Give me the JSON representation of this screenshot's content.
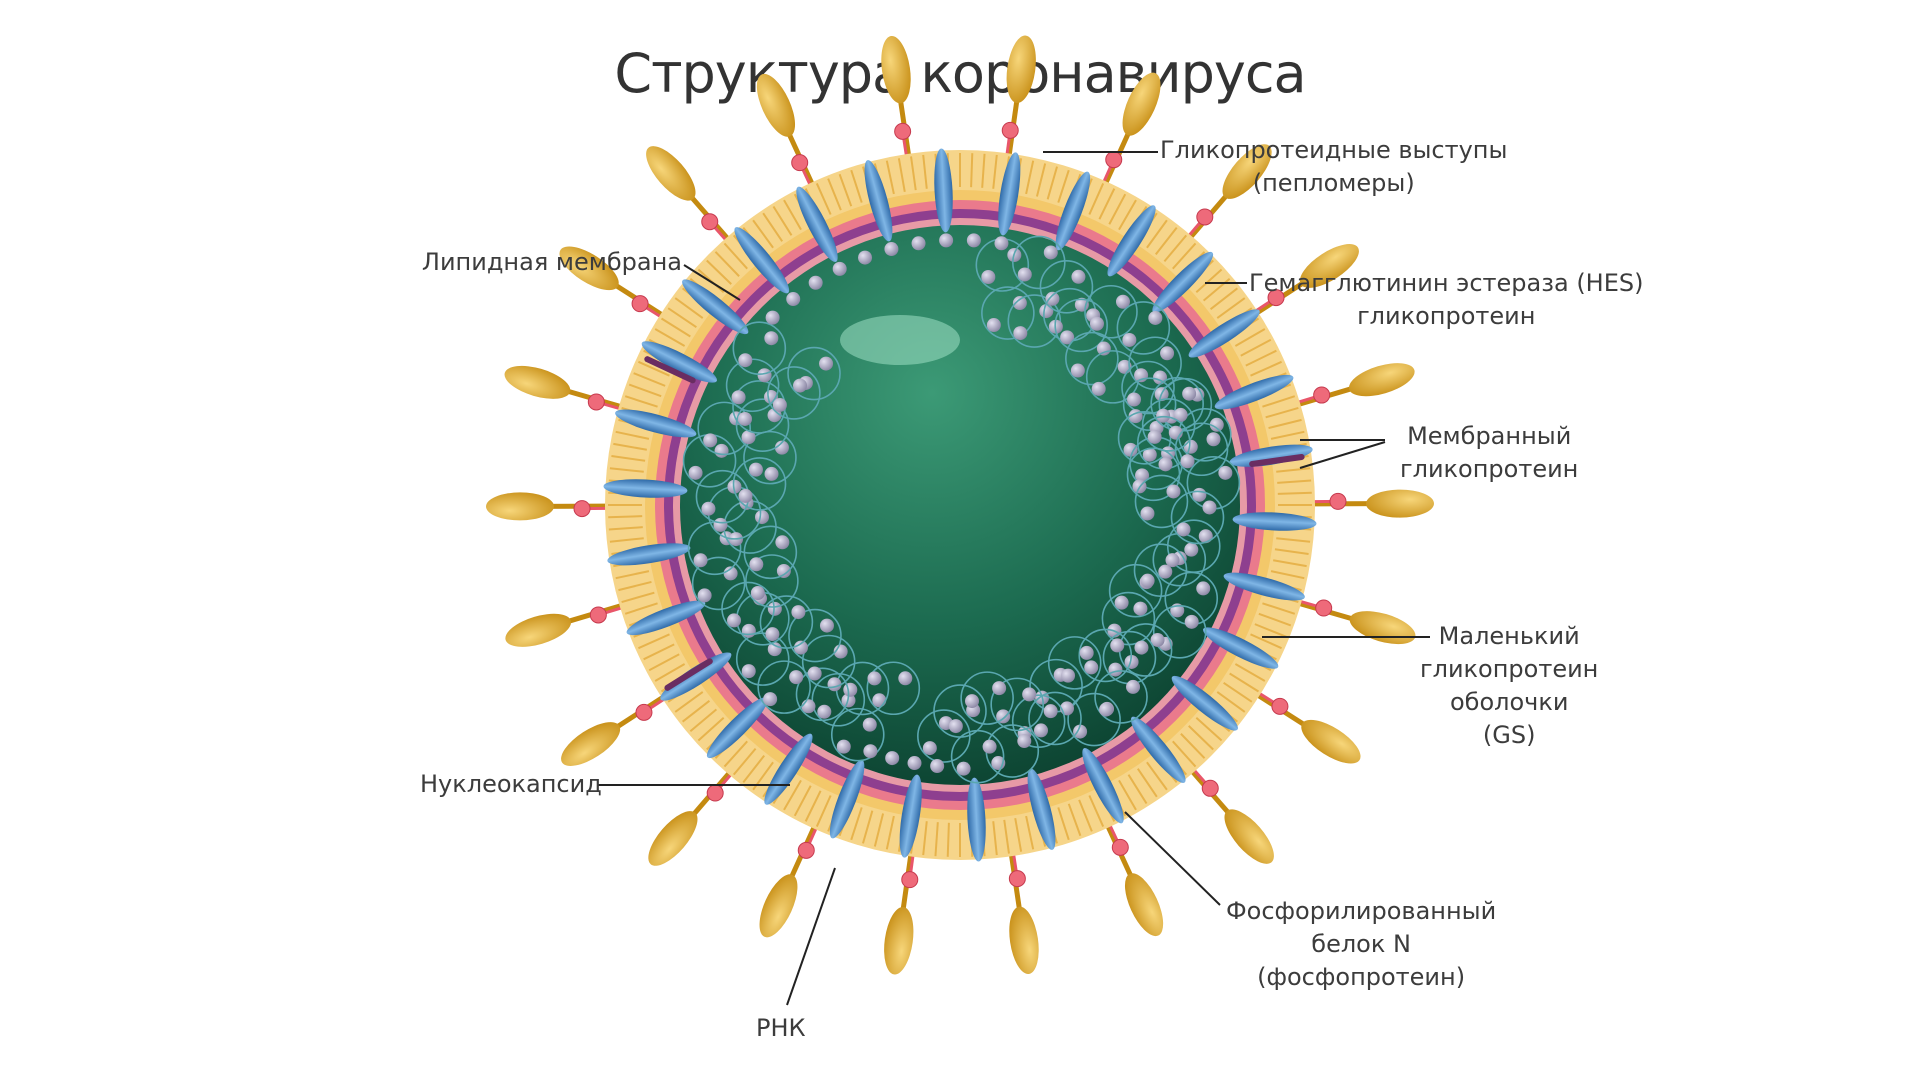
{
  "title": "Структура коронавируса",
  "labels": {
    "peplomers": {
      "line1": "Гликопротеидные выступы",
      "line2": "(пепломеры)"
    },
    "hes": {
      "line1": "Гемагглютинин эстераза (HES)",
      "line2": "гликопротеин"
    },
    "membrane_glycoprotein": {
      "line1": "Мембранный",
      "line2": "гликопротеин"
    },
    "gs": {
      "line1": "Маленький",
      "line2": "гликопротеин",
      "line3": "оболочки",
      "line4": "(GS)"
    },
    "phospho": {
      "line1": "Фосфорилированный",
      "line2": "белок N",
      "line3": "(фосфопротеин)"
    },
    "rna": "РНК",
    "nucleocapsid": "Нуклеокапсид",
    "lipid": "Липидная мембрана"
  },
  "colors": {
    "core_dark": "#0c4a36",
    "core_mid": "#1f7a5a",
    "lipid": "#f3c86a",
    "lipid_light": "#fbe6a8",
    "purple_band": "#8e3f8f",
    "pink_band": "#ea7a8c",
    "spike": "#d9a21e",
    "hes": "#e9566a",
    "m_protein": "#3d7fc1",
    "bead": "#9e9ab7",
    "rna_line": "#5aa7b0"
  }
}
